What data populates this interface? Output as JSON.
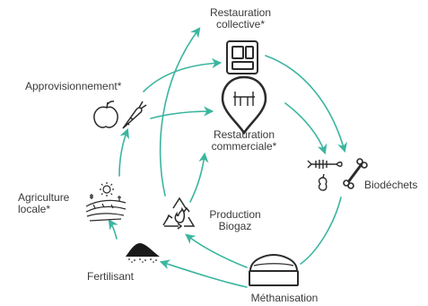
{
  "nodes": {
    "restauration_collective": {
      "line1": "Restauration",
      "line2": "collective*"
    },
    "approvisionnement": {
      "line1": "Approvisionnement*"
    },
    "restauration_commerciale": {
      "line1": "Restauration",
      "line2": "commerciale*"
    },
    "biodechets": {
      "line1": "Biodéchets"
    },
    "agriculture_locale": {
      "line1": "Agriculture",
      "line2": "locale*"
    },
    "production_biogaz": {
      "line1": "Production",
      "line2": "Biogaz"
    },
    "fertilisant": {
      "line1": "Fertilisant"
    },
    "methanisation": {
      "line1": "Méthanisation"
    }
  },
  "icons": {
    "restauration_collective": "tray-icon",
    "restauration_commerciale": "restaurant-pin-icon",
    "approvisionnement": "apple-carrot-icon",
    "biodechets": "food-waste-icon",
    "agriculture_locale": "farm-field-icon",
    "production_biogaz": "recycle-biogas-icon",
    "fertilisant": "fertilizer-heap-icon",
    "methanisation": "digester-dome-icon"
  },
  "colors": {
    "arrow": "#3bb5a0",
    "icon_stroke": "#2b2b2b",
    "text": "#3a3a3a"
  }
}
